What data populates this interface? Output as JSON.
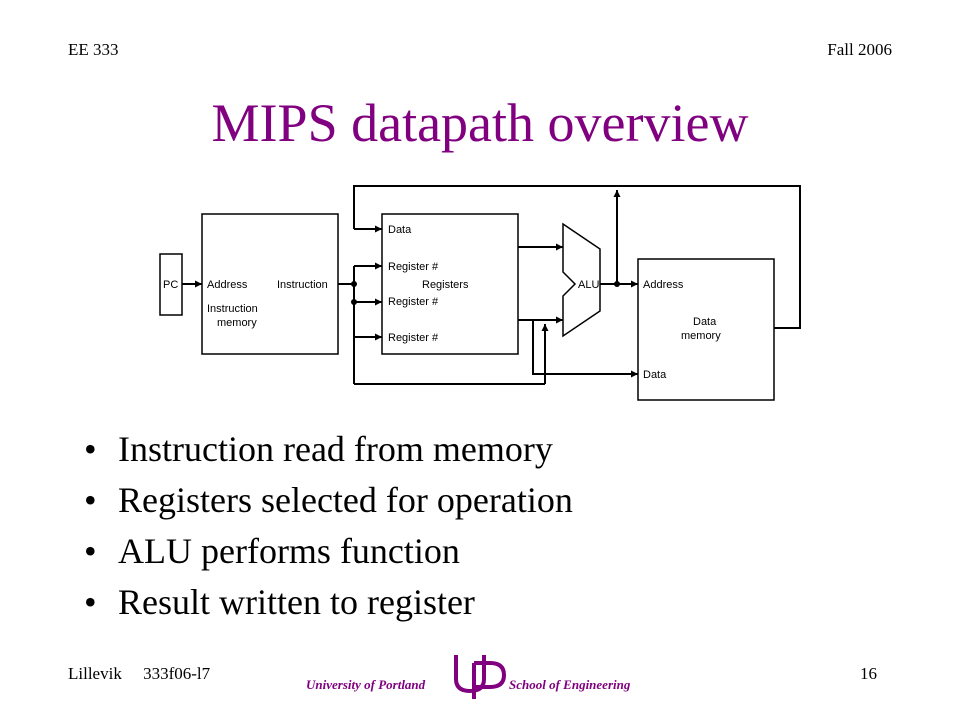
{
  "header": {
    "left": "EE 333",
    "right": "Fall 2006"
  },
  "title": "MIPS datapath overview",
  "diagram": {
    "pc": "PC",
    "imem": {
      "address": "Address",
      "instruction": "Instruction",
      "name": "Instruction\nmemory"
    },
    "regs": {
      "data": "Data",
      "reg1": "Register #",
      "reg2": "Register #",
      "reg3": "Register #",
      "name": "Registers"
    },
    "alu": "ALU",
    "dmem": {
      "address": "Address",
      "data": "Data",
      "name": "Data\nmemory"
    }
  },
  "bullets": [
    "Instruction read from memory",
    "Registers selected for operation",
    "ALU performs function",
    "Result written to register"
  ],
  "footer": {
    "left": "Lillevik     333f06-l7",
    "page": "16"
  },
  "logo": {
    "university": "University of Portland",
    "school": "School of Engineering"
  },
  "colors": {
    "title": "#800080",
    "logo": "#800080"
  }
}
